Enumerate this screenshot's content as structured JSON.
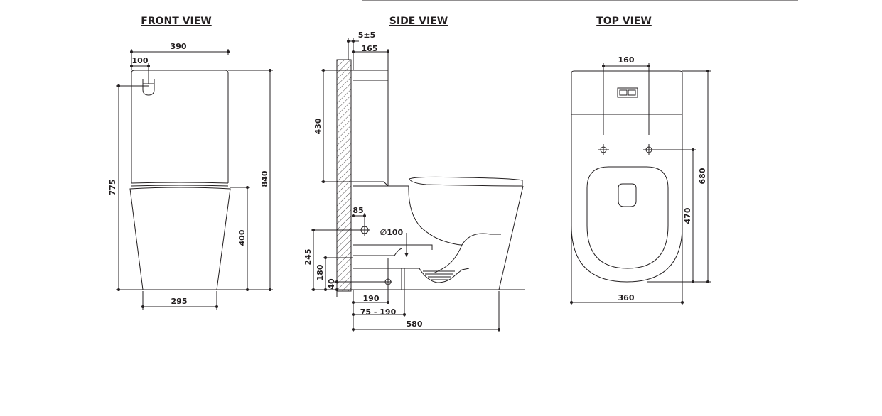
{
  "views": {
    "front_title": "FRONT VIEW",
    "side_title": "SIDE VIEW",
    "top_title": "TOP VIEW"
  },
  "front": {
    "w390": "390",
    "w100": "100",
    "h775": "775",
    "h840": "840",
    "h400": "400",
    "w295": "295"
  },
  "side": {
    "d5": "5±5",
    "d165": "165",
    "d430": "430",
    "d85": "85",
    "dia100": "∅100",
    "d245": "245",
    "d180": "180",
    "d40": "40",
    "d190": "190",
    "d75190": "75 - 190",
    "d580": "580"
  },
  "top": {
    "d160": "160",
    "d680": "680",
    "d470": "470",
    "d360": "360"
  }
}
